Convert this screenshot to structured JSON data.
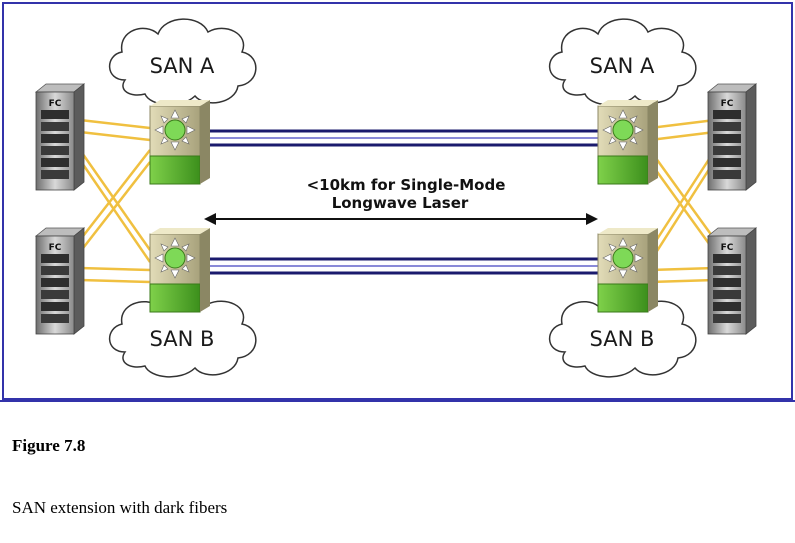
{
  "diagram": {
    "clouds": {
      "top_left": "SAN A",
      "top_right": "SAN A",
      "bottom_left": "SAN B",
      "bottom_right": "SAN B"
    },
    "server_label": "FC",
    "distance_line1": "<10km for Single-Mode",
    "distance_line2": "Longwave Laser",
    "colors": {
      "frame_border": "#3333aa",
      "link_dark": "#1b1b6e",
      "link_light": "#8a8ad8",
      "fiber": "#f0c040",
      "switch_green": "#5cb82e",
      "switch_tan": "#cfcaa6"
    }
  },
  "caption": {
    "title": "Figure 7.8",
    "text": "SAN extension with dark fibers"
  }
}
